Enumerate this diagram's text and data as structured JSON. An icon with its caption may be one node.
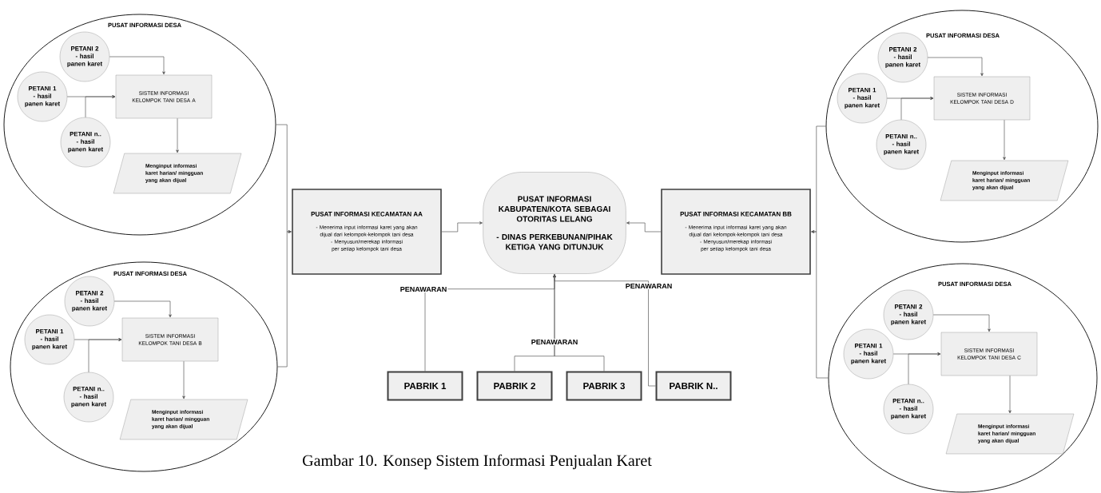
{
  "diagram": {
    "caption": "Gambar 10. Konsep Sistem Informasi Penjualan Karet",
    "nodes": [
      {
        "text": [
          "PUSAT INFORMASI DESA"
        ]
      },
      {
        "text": [
          "PETANI 2",
          "- hasil panen karet"
        ],
        "in": 0
      },
      {
        "text": [
          "PETANI 1",
          "- hasil panen karet"
        ],
        "in": 0
      },
      {
        "text": [
          "PETANI n..",
          "- hasil panen karet"
        ],
        "in": 0
      },
      {
        "text": [
          "SISTEM INFORMASI KELOMPOK TANI DESA A"
        ],
        "in": 0
      },
      {
        "text": [
          "Menginput informasi karet harian/ mingguan yang akan dijual"
        ],
        "in": 0
      },
      {
        "text": [
          "PUSAT INFORMASI DESA"
        ]
      },
      {
        "text": [
          "PETANI 2",
          "- hasil panen karet"
        ],
        "in": 6
      },
      {
        "text": [
          "PETANI 1",
          "- hasil panen karet"
        ],
        "in": 6
      },
      {
        "text": [
          "PETANI n..",
          "- hasil panen karet"
        ],
        "in": 6
      },
      {
        "text": [
          "SISTEM INFORMASI KELOMPOK TANI DESA B"
        ],
        "in": 6
      },
      {
        "text": [
          "Menginput informasi karet harian/ mingguan yang akan dijual"
        ],
        "in": 6
      },
      {
        "text": [
          "PUSAT INFORMASI KECAMATAN AA",
          "- Menerima input informasi karet yang akan dijual dari kelompok-kelompok tani desa",
          "- Menyusun/merekap informasi per setiap kelompok tani desa"
        ]
      },
      {
        "text": [
          "PUSAT INFORMASI KABUPATEN/KOTA SEBAGAI OTORITAS LELANG",
          "- DINAS PERKEBUNAN/PIHAK KETIGA YANG DITUNJUK"
        ]
      },
      {
        "text": [
          "PUSAT INFORMASI KECAMATAN BB",
          "- Menerima input informasi karet yang akan dijual dari kelompok-kelompok tani desa",
          "- Menyusun/merekap informasi per setiap kelompok tani desa"
        ]
      },
      {
        "text": [
          "PUSAT INFORMASI DESA"
        ]
      },
      {
        "text": [
          "PETANI 2",
          "- hasil panen karet"
        ],
        "in": 15
      },
      {
        "text": [
          "PETANI 1",
          "- hasil panen karet"
        ],
        "in": 15
      },
      {
        "text": [
          "PETANI n..",
          "- hasil panen karet"
        ],
        "in": 15
      },
      {
        "text": [
          "SISTEM INFORMASI KELOMPOK TANI DESA D"
        ],
        "in": 15
      },
      {
        "text": [
          "Menginput informasi karet harian/ mingguan yang akan dijual"
        ],
        "in": 15
      },
      {
        "text": [
          "PUSAT INFORMASI DESA"
        ]
      },
      {
        "text": [
          "PETANI 2",
          "- hasil panen karet"
        ],
        "in": 21
      },
      {
        "text": [
          "PETANI 1",
          "- hasil panen karet"
        ],
        "in": 21
      },
      {
        "text": [
          "PETANI n..",
          "- hasil panen karet"
        ],
        "in": 21
      },
      {
        "text": [
          "SISTEM INFORMASI KELOMPOK TANI DESA C"
        ],
        "in": 21
      },
      {
        "text": [
          "Menginput informasi karet harian/ mingguan yang akan dijual"
        ],
        "in": 21
      },
      {
        "text": [
          "PABRIK 1"
        ]
      },
      {
        "text": [
          "PABRIK 2"
        ]
      },
      {
        "text": [
          "PABRIK 3"
        ]
      },
      {
        "text": [
          "PABRIK N.."
        ]
      }
    ],
    "edges": [
      {
        "from": 1,
        "to": 4,
        "arrow": "to"
      },
      {
        "from": 2,
        "to": 4,
        "arrow": "to"
      },
      {
        "from": 3,
        "to": 4,
        "arrow": "to"
      },
      {
        "from": 4,
        "to": 5,
        "arrow": "to"
      },
      {
        "from": 7,
        "to": 10,
        "arrow": "to"
      },
      {
        "from": 8,
        "to": 10,
        "arrow": "to"
      },
      {
        "from": 9,
        "to": 10,
        "arrow": "to"
      },
      {
        "from": 10,
        "to": 11,
        "arrow": "to"
      },
      {
        "from": 0,
        "to": 12,
        "arrow": "to"
      },
      {
        "from": 6,
        "to": 12,
        "arrow": "to"
      },
      {
        "from": 12,
        "to": 13,
        "arrow": "to"
      },
      {
        "from": 14,
        "to": 13,
        "arrow": "to"
      },
      {
        "from": 15,
        "to": 14,
        "arrow": "to"
      },
      {
        "from": 21,
        "to": 14,
        "arrow": "to"
      },
      {
        "from": 16,
        "to": 19,
        "arrow": "to"
      },
      {
        "from": 17,
        "to": 19,
        "arrow": "to"
      },
      {
        "from": 18,
        "to": 19,
        "arrow": "to"
      },
      {
        "from": 19,
        "to": 20,
        "arrow": "to"
      },
      {
        "from": 22,
        "to": 25,
        "arrow": "to"
      },
      {
        "from": 23,
        "to": 25,
        "arrow": "to"
      },
      {
        "from": 24,
        "to": 25,
        "arrow": "to"
      },
      {
        "from": 25,
        "to": 26,
        "arrow": "to"
      },
      {
        "from": 27,
        "to": 13,
        "arrow": "to",
        "label": "PENAWARAN"
      },
      {
        "from": 28,
        "to": 13,
        "arrow": "to",
        "label": "PENAWARAN"
      },
      {
        "from": 29,
        "to": 13,
        "arrow": "to"
      },
      {
        "from": 30,
        "to": 13,
        "arrow": "to",
        "label": "PENAWARAN"
      }
    ]
  }
}
